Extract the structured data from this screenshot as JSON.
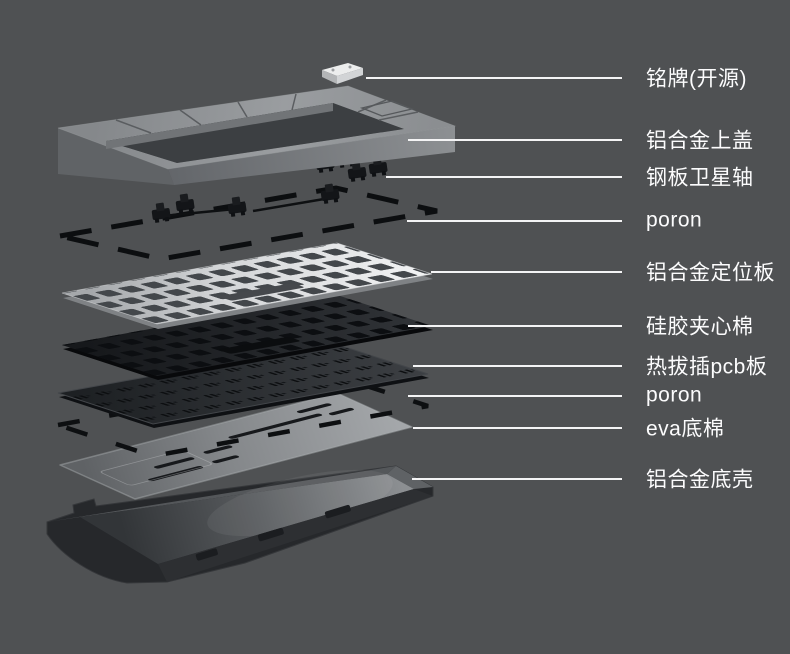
{
  "diagram": {
    "subject": "keyboard-exploded-view",
    "colors": {
      "background": "#4f5153",
      "label_text": "#fcfcfd",
      "leader_line": "#f4f4f5",
      "plate_light": "#e8eaec",
      "foam_dark": "#1b1d20",
      "case_gray": "#84878a"
    },
    "callouts": [
      {
        "label": "铭牌(开源)"
      },
      {
        "label": "铝合金上盖"
      },
      {
        "label": "钢板卫星轴"
      },
      {
        "label": "poron"
      },
      {
        "label": "铝合金定位板"
      },
      {
        "label": "硅胶夹心棉"
      },
      {
        "label": "热拔插pcb板"
      },
      {
        "label": "poron"
      },
      {
        "label": "eva底棉"
      },
      {
        "label": "铝合金底壳"
      }
    ]
  }
}
